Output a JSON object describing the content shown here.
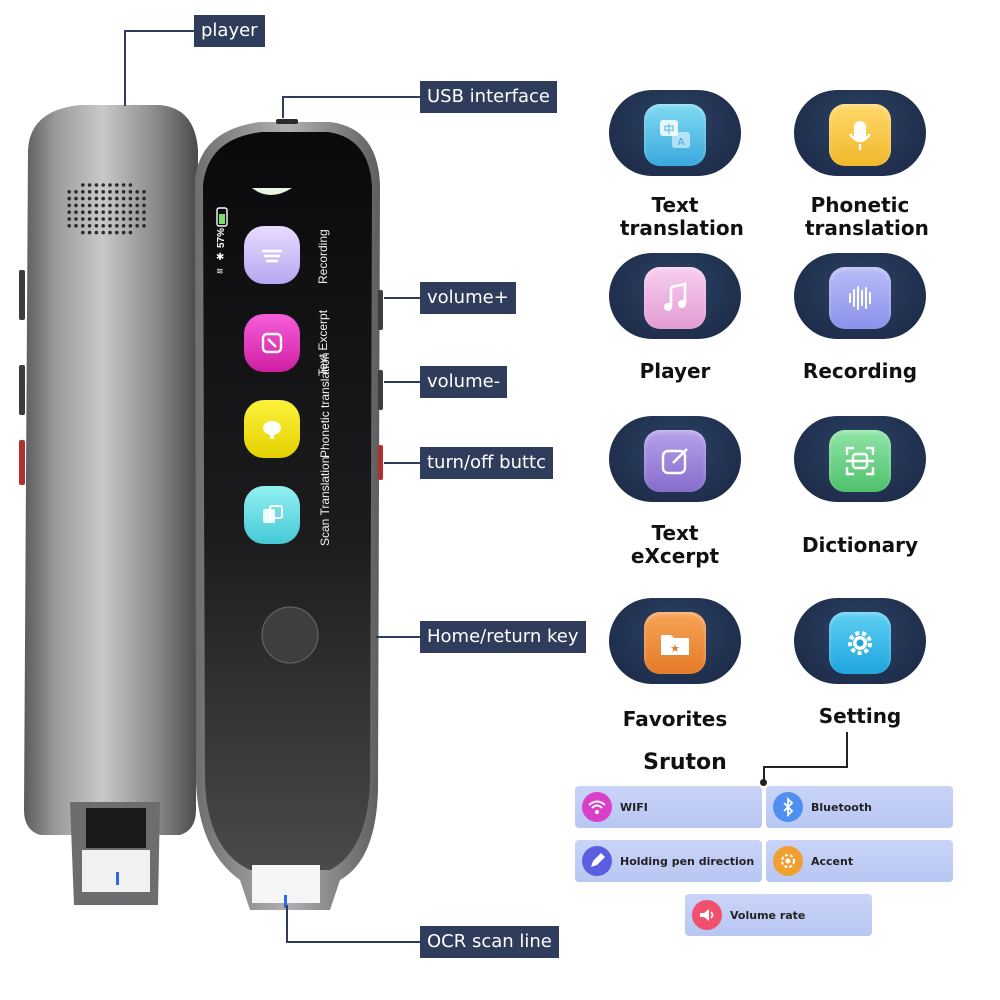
{
  "callouts": {
    "player": "player",
    "usb": "USB interface",
    "volume_up": "volume+",
    "volume_down": "volume-",
    "power": "turn/off buttc",
    "home": "Home/return key",
    "ocr": "OCR scan line"
  },
  "screen": {
    "battery": "57%",
    "apps": [
      {
        "label": "Recording",
        "icon": "waveform-icon",
        "color": "#d9c9f7"
      },
      {
        "label": "Text Excerpt",
        "icon": "edit-icon",
        "color": "#e62fb5"
      },
      {
        "label": "Phonetic translation",
        "icon": "microphone-icon",
        "color": "#f2e21a"
      },
      {
        "label": "Scan Translation",
        "icon": "scan-icon",
        "color": "#66e0e6"
      }
    ]
  },
  "apps": [
    {
      "label": "Text translation",
      "icon": "translate-icon",
      "color": "#4ec3e8"
    },
    {
      "label": "Phonetic translation",
      "icon": "microphone-icon",
      "color": "#f4c542"
    },
    {
      "label": "Player",
      "icon": "music-note-icon",
      "color": "#f0b7e0"
    },
    {
      "label": "Recording",
      "icon": "waveform-icon",
      "color": "#9fa5f0"
    },
    {
      "label": "Text eXcerpt",
      "icon": "edit-icon",
      "color": "#9c82d8"
    },
    {
      "label": "Dictionary",
      "icon": "scan-icon",
      "color": "#5fcf7e"
    },
    {
      "label": "Favorites",
      "icon": "folder-star-icon",
      "color": "#f08a3a"
    },
    {
      "label": "Setting",
      "icon": "gear-icon",
      "color": "#2eb5e8"
    }
  ],
  "brand": "Sruton",
  "settings": [
    {
      "label": "WIFI",
      "icon": "wifi-icon",
      "color": "#d93fc8"
    },
    {
      "label": "Bluetooth",
      "icon": "bluetooth-icon",
      "color": "#4e8ff0"
    },
    {
      "label": "Holding pen direction",
      "icon": "pen-icon",
      "color": "#5b5ee0"
    },
    {
      "label": "Accent",
      "icon": "accent-icon",
      "color": "#f0a030"
    },
    {
      "label": "Volume rate",
      "icon": "volume-icon",
      "color": "#f0506e"
    }
  ]
}
